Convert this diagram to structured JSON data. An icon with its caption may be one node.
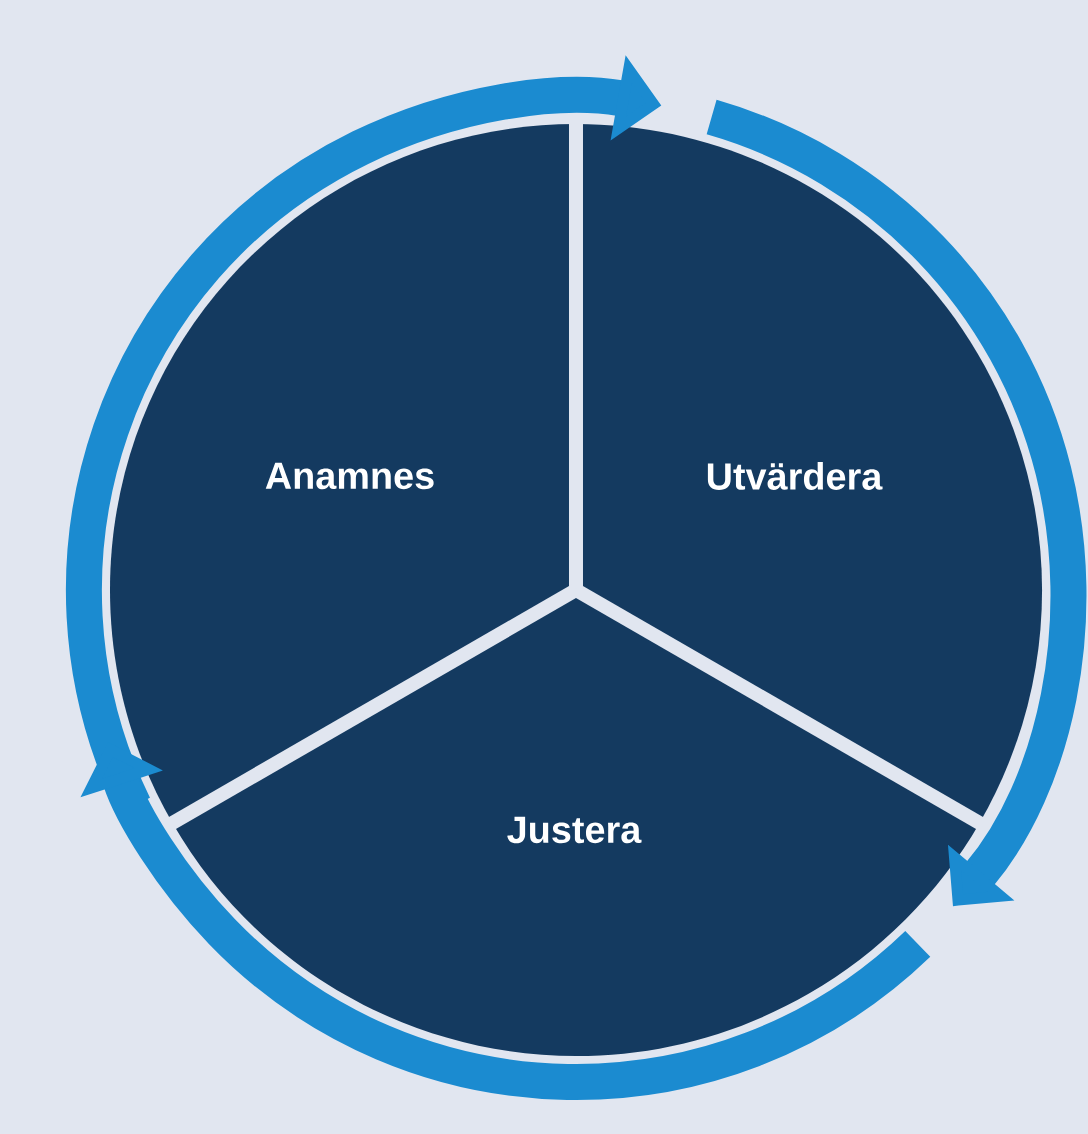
{
  "diagram": {
    "nodes": [
      {
        "text": [
          "Anamnes"
        ]
      },
      {
        "text": [
          "Utvärdera"
        ]
      },
      {
        "text": [
          "Justera"
        ]
      }
    ],
    "edges": [
      {
        "from": 0,
        "to": 1,
        "arrow": "to"
      },
      {
        "from": 1,
        "to": 2,
        "arrow": "to"
      },
      {
        "from": 2,
        "to": 0,
        "arrow": "to"
      }
    ]
  }
}
